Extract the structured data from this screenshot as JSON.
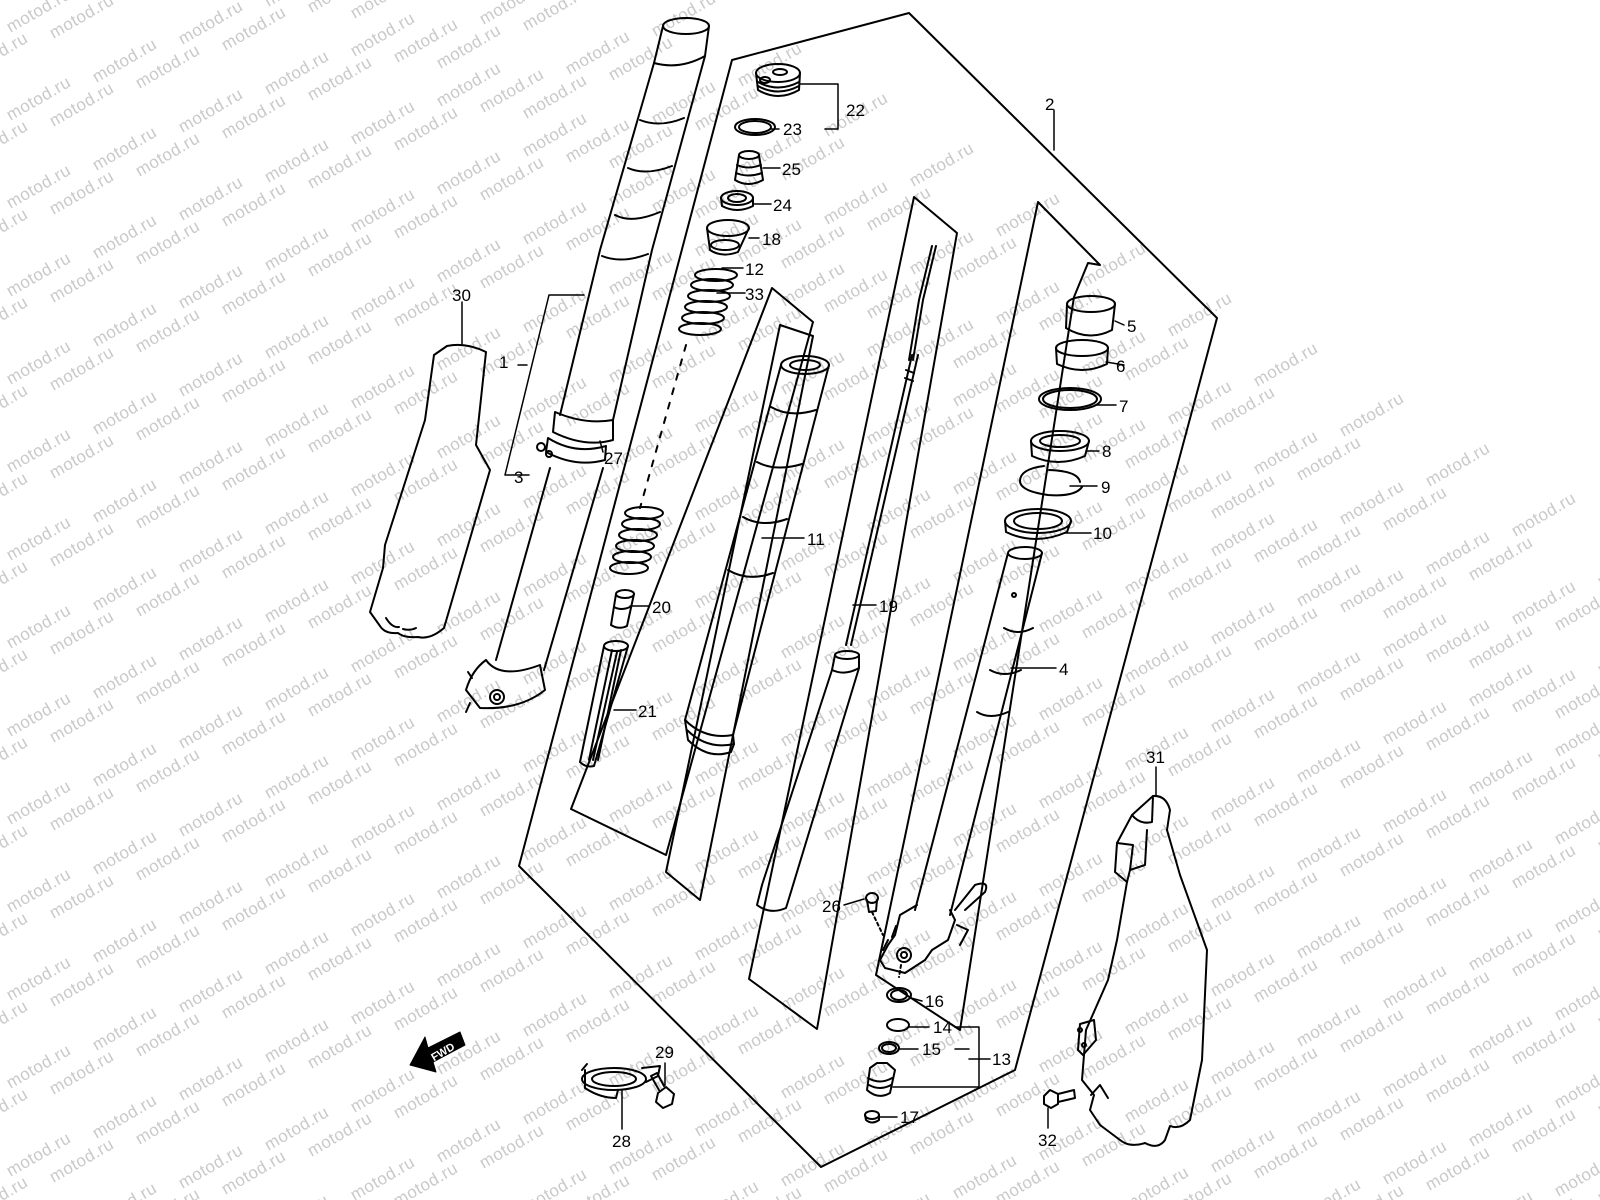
{
  "watermark": "motod.ru",
  "forward_label": "FWD",
  "parts": {
    "p1": "1",
    "p2": "2",
    "p3": "3",
    "p4": "4",
    "p5": "5",
    "p6": "6",
    "p7": "7",
    "p8": "8",
    "p9": "9",
    "p10": "10",
    "p11": "11",
    "p12": "12",
    "p13": "13",
    "p14": "14",
    "p15": "15",
    "p16": "16",
    "p17": "17",
    "p18": "18",
    "p19": "19",
    "p20": "20",
    "p21": "21",
    "p22": "22",
    "p23": "23",
    "p24": "24",
    "p25": "25",
    "p26": "26",
    "p27": "27",
    "p28": "28",
    "p29": "29",
    "p30": "30",
    "p31": "31",
    "p32": "32",
    "p33": "33"
  },
  "colors": {
    "line": "#000000",
    "watermark": "#c9c9c9",
    "background": "#ffffff"
  }
}
